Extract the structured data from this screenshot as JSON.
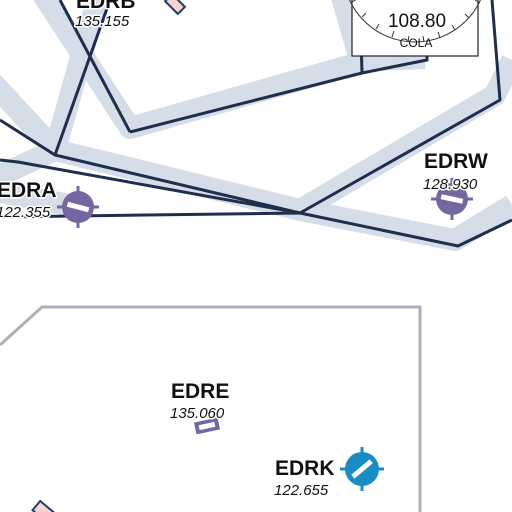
{
  "map": {
    "colors": {
      "background": "#ffffff",
      "route_band": "#d5dde8",
      "route_line": "#1e2e4c",
      "airspace_boundary": "#a9b0ba",
      "aerodrome_civil": "#7466a0",
      "aerodrome_selected": "#1a8cc4",
      "vor_box": "#222222"
    },
    "aerodromes": [
      {
        "id": "EDRB",
        "frequency": "135.155",
        "symbol": "aerodrome-icon"
      },
      {
        "id": "EDRA",
        "frequency": "122.355",
        "symbol": "aerodrome-icon"
      },
      {
        "id": "EDRW",
        "frequency": "128.930",
        "symbol": "aerodrome-icon"
      },
      {
        "id": "EDRE",
        "frequency": "135.060",
        "symbol": "heliport-icon"
      },
      {
        "id": "EDRK",
        "frequency": "122.655",
        "symbol": "aerodrome-icon"
      }
    ],
    "navaid": {
      "type": "VOR",
      "frequency": "108.80",
      "identifier": "COLA",
      "symbol": "compass-rose-icon"
    }
  }
}
